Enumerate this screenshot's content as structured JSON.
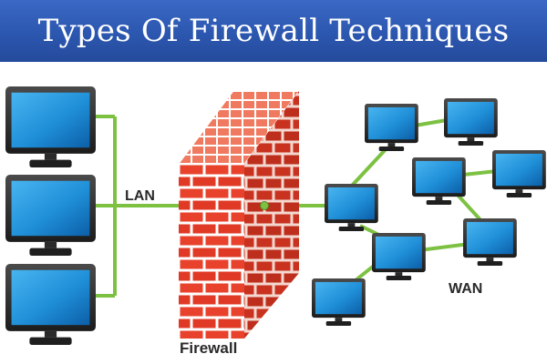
{
  "title": "Types Of Firewall Techniques",
  "labels": {
    "lan": "LAN",
    "firewall": "Firewall",
    "wan": "WAN"
  },
  "colors": {
    "banner": "#2c57b0",
    "link": "#7dc142",
    "brick": "#e8412c",
    "mortar": "#ffffff",
    "monitor_frame": "#2b2b2b",
    "screen": "#1f8fd8"
  },
  "diagram": {
    "left_nodes": [
      "lan-computer-top",
      "lan-computer-middle",
      "lan-computer-bottom"
    ],
    "right_nodes": [
      "wan-computer-1",
      "wan-computer-2",
      "wan-computer-3",
      "wan-computer-4",
      "wan-computer-5",
      "wan-computer-6",
      "wan-computer-7",
      "wan-computer-8"
    ]
  }
}
